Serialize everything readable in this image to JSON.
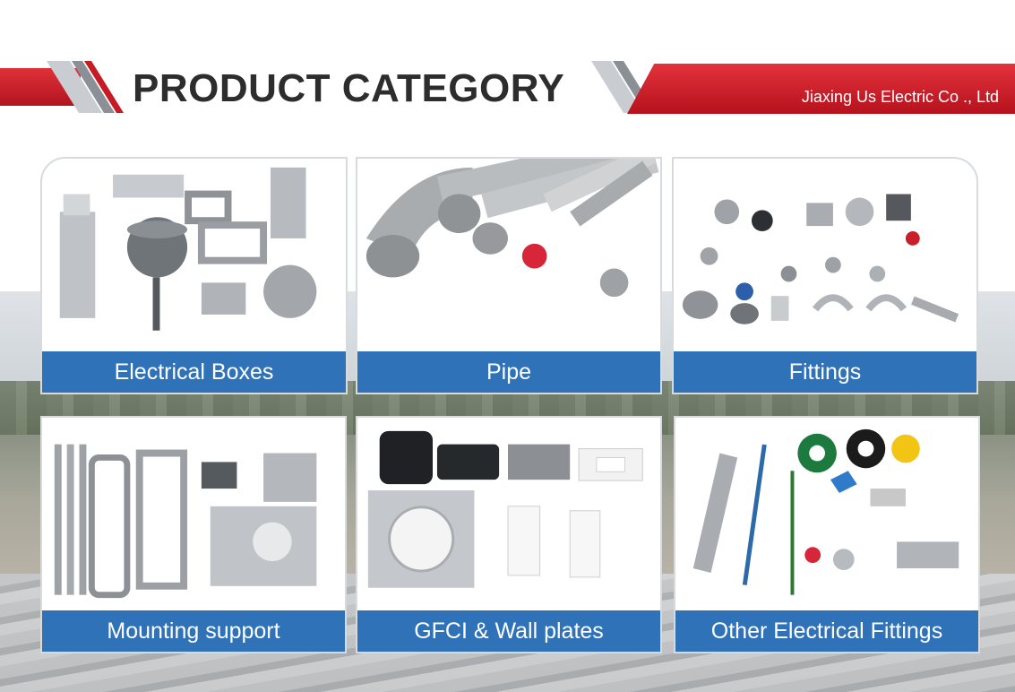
{
  "header": {
    "title": "PRODUCT CATEGORY",
    "company": "Jiaxing Us Electric Co ., Ltd"
  },
  "categories": [
    {
      "label": "Electrical Boxes"
    },
    {
      "label": "Pipe"
    },
    {
      "label": "Fittings"
    },
    {
      "label": "Mounting support"
    },
    {
      "label": "GFCI & Wall plates"
    },
    {
      "label": "Other Electrical Fittings"
    }
  ],
  "colors": {
    "banner_red": "#c8202b",
    "caption_blue": "#2f72b7",
    "title_text": "#2d2d2d"
  }
}
